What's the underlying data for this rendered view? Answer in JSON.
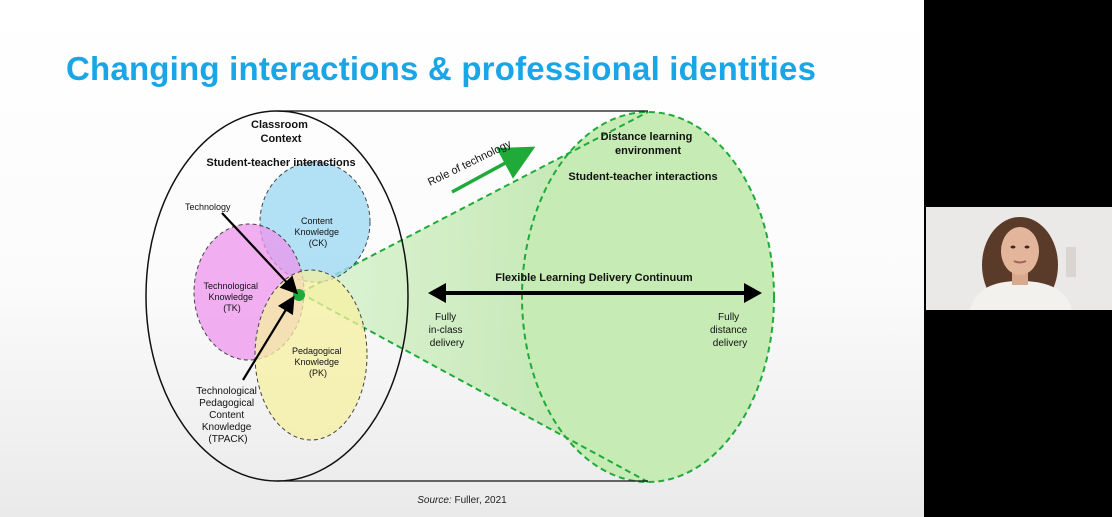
{
  "slide": {
    "title": "Changing interactions & professional identities",
    "source_label": "Source:",
    "source_text": "Fuller, 2021"
  },
  "diagram": {
    "classroom_context": [
      "Classroom",
      "Context"
    ],
    "left_interactions": "Student-teacher interactions",
    "technology_label": "Technology",
    "content_knowledge": [
      "Content",
      "Knowledge",
      "(CK)"
    ],
    "technological_knowledge": [
      "Technological",
      "Knowledge",
      "(TK)"
    ],
    "pedagogical_knowledge": [
      "Pedagogical",
      "Knowledge",
      "(PK)"
    ],
    "tpack": [
      "Technological",
      "Pedagogical",
      "Content",
      "Knowledge",
      "(TPACK)"
    ],
    "role_of_technology": "Role of technology",
    "distance_env": [
      "Distance learning",
      "environment"
    ],
    "right_interactions": "Student-teacher interactions",
    "continuum": "Flexible Learning Delivery Continuum",
    "fully_inclass": [
      "Fully",
      "in-class",
      "delivery"
    ],
    "fully_distance": [
      "Fully",
      "distance",
      "delivery"
    ],
    "colors": {
      "title": "#1aa5e6",
      "ck": "#9fd8f2",
      "tk": "#ee96ee",
      "pk": "#f6f0a0",
      "cone": "#b9e6a7",
      "accent_green": "#1faa3a"
    }
  },
  "webcam": {
    "description_icon": "presenter-video-icon"
  }
}
